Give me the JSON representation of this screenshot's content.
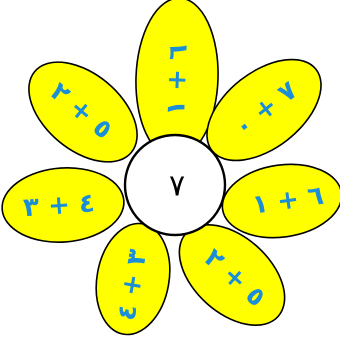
{
  "colors": {
    "petal": "#ffff00",
    "outline": "#000000",
    "expression_text": "#1a8fd8",
    "center": "#ffffff"
  },
  "center": {
    "value": "٧"
  },
  "petals": [
    {
      "id": "top",
      "expression": "٦ + ١"
    },
    {
      "id": "upper-right",
      "expression": "٧ + ٠"
    },
    {
      "id": "right",
      "expression": "٦ + ١"
    },
    {
      "id": "lower-right",
      "expression": "٥ + ٢"
    },
    {
      "id": "bottom",
      "expression": "٣ + ٤"
    },
    {
      "id": "left",
      "expression": "٤ + ٣"
    },
    {
      "id": "upper-left",
      "expression": "٥ + ٢"
    }
  ]
}
